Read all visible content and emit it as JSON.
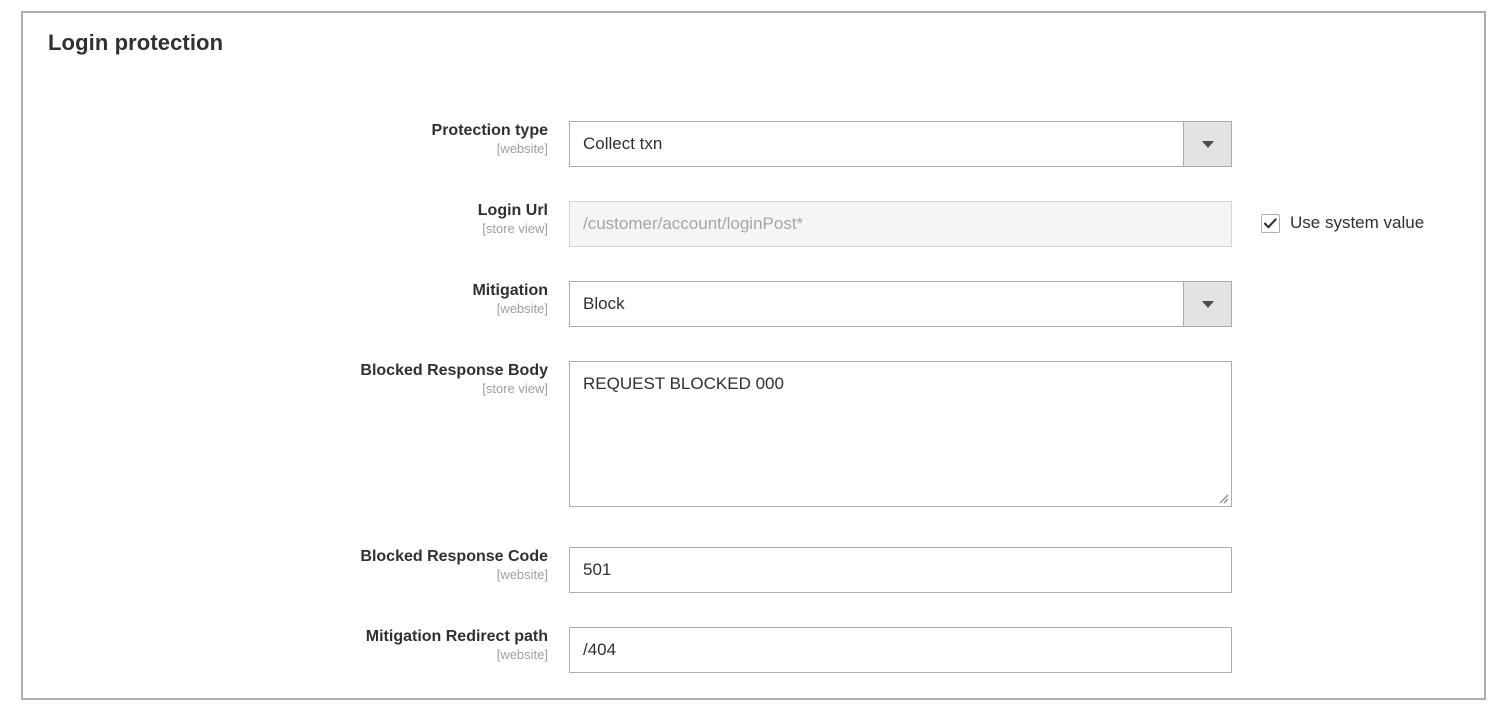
{
  "panel": {
    "title": "Login protection"
  },
  "fields": [
    {
      "label": "Protection type",
      "scope": "[website]",
      "type": "select",
      "value": "Collect txn",
      "name": "protection-type"
    },
    {
      "label": "Login Url",
      "scope": "[store view]",
      "type": "text",
      "value": "/customer/account/loginPost*",
      "disabled": true,
      "name": "login-url"
    },
    {
      "label": "Mitigation",
      "scope": "[website]",
      "type": "select",
      "value": "Block",
      "name": "mitigation"
    },
    {
      "label": "Blocked Response Body",
      "scope": "[store view]",
      "type": "textarea",
      "value": "REQUEST BLOCKED 000",
      "name": "blocked-response-body"
    },
    {
      "label": "Blocked Response Code",
      "scope": "[website]",
      "type": "text",
      "value": "501",
      "name": "blocked-response-code"
    },
    {
      "label": "Mitigation Redirect path",
      "scope": "[website]",
      "type": "text",
      "value": "/404",
      "name": "mitigation-redirect-path"
    }
  ],
  "use_system_value": {
    "label": "Use system value",
    "checked": true
  },
  "colors": {
    "panel_border": "#adadad",
    "text": "#303030",
    "scope_text": "#9e9e9e",
    "field_border": "#adadad",
    "disabled_bg": "#f5f5f5",
    "disabled_text": "#a6a6a6",
    "select_button_bg": "#e3e3e3"
  }
}
